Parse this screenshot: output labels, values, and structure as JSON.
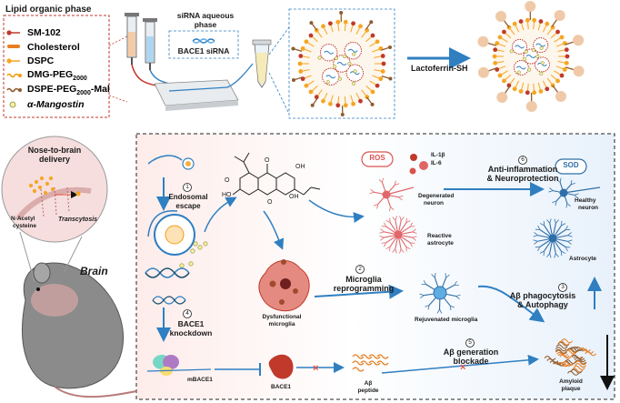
{
  "legend": {
    "title": "Lipid organic phase",
    "items": [
      {
        "label": "SM-102",
        "color": "#c0392b",
        "icon": "sm102-lipid-icon"
      },
      {
        "label": "Cholesterol",
        "color": "#e67e22",
        "icon": "cholesterol-icon"
      },
      {
        "label": "DSPC",
        "color": "#f5a623",
        "icon": "dspc-lipid-icon"
      },
      {
        "label": "DMG-PEG",
        "sub": "2000",
        "color": "#f39c12",
        "icon": "dmg-peg-icon"
      },
      {
        "label": "DSPE-PEG",
        "sub": "2000",
        "suffix": "-Mal",
        "color": "#8e5b2e",
        "icon": "dspe-peg-mal-icon"
      },
      {
        "label": "α-Mangostin",
        "color": "#c9c94a",
        "icon": "mangostin-icon"
      }
    ]
  },
  "synthesis": {
    "aqueous_label_1": "siRNA aqueous",
    "aqueous_label_2": "phase",
    "sirna_label": "BACE1 siRNA",
    "lactoferrin_label": "Lactoferrin-SH"
  },
  "left_panel": {
    "nose_title_1": "Nose-to-brain",
    "nose_title_2": "delivery",
    "nac_1": "N-Acetyl",
    "nac_2": "cysteine",
    "transcytosis": "Transcytosis",
    "brain_label": "Brain"
  },
  "mechanism": {
    "step1_num": "1",
    "step1_1": "Endosomal",
    "step1_2": "escape",
    "step4_num": "4",
    "step4_1": "BACE1",
    "step4_2": "knockdown",
    "mbace1": "mBACE1",
    "bace1": "BACE1",
    "dysfunctional_1": "Dysfunctional",
    "dysfunctional_2": "microglia",
    "step2_num": "2",
    "step2_1": "Microglia",
    "step2_2": "reprogramming",
    "ros": "ROS",
    "il1b": "IL-1β",
    "il6": "IL-6",
    "degenerated_1": "Degenerated",
    "degenerated_2": "neuron",
    "reactive_1": "Reactive",
    "reactive_2": "astrocyte",
    "step6_num": "6",
    "step6_1": "Anti-inflammation",
    "step6_2": "& Neuroprotection",
    "sod": "SOD",
    "healthy_1": "Healthy",
    "healthy_2": "neuron",
    "astrocyte": "Astrocyte",
    "rejuvenated": "Rejuvenated microglia",
    "step3_num": "3",
    "step3_1": "Aβ phagocytosis",
    "step3_2": "& Autophagy",
    "step5_num": "5",
    "step5_1": "Aβ generation",
    "step5_2": "blockade",
    "abeta_1": "Aβ",
    "abeta_2": "peptide",
    "amyloid_1": "Amyloid",
    "amyloid_2": "plaque"
  },
  "colors": {
    "accent_blue": "#2f7fc1",
    "dashed_red": "#c0392b",
    "ros_red": "#d9534f",
    "neuron_red": "#e0686a",
    "neuron_blue": "#2f6fa8",
    "lipid_red": "#c0392b",
    "peg_orange": "#f5b041"
  }
}
